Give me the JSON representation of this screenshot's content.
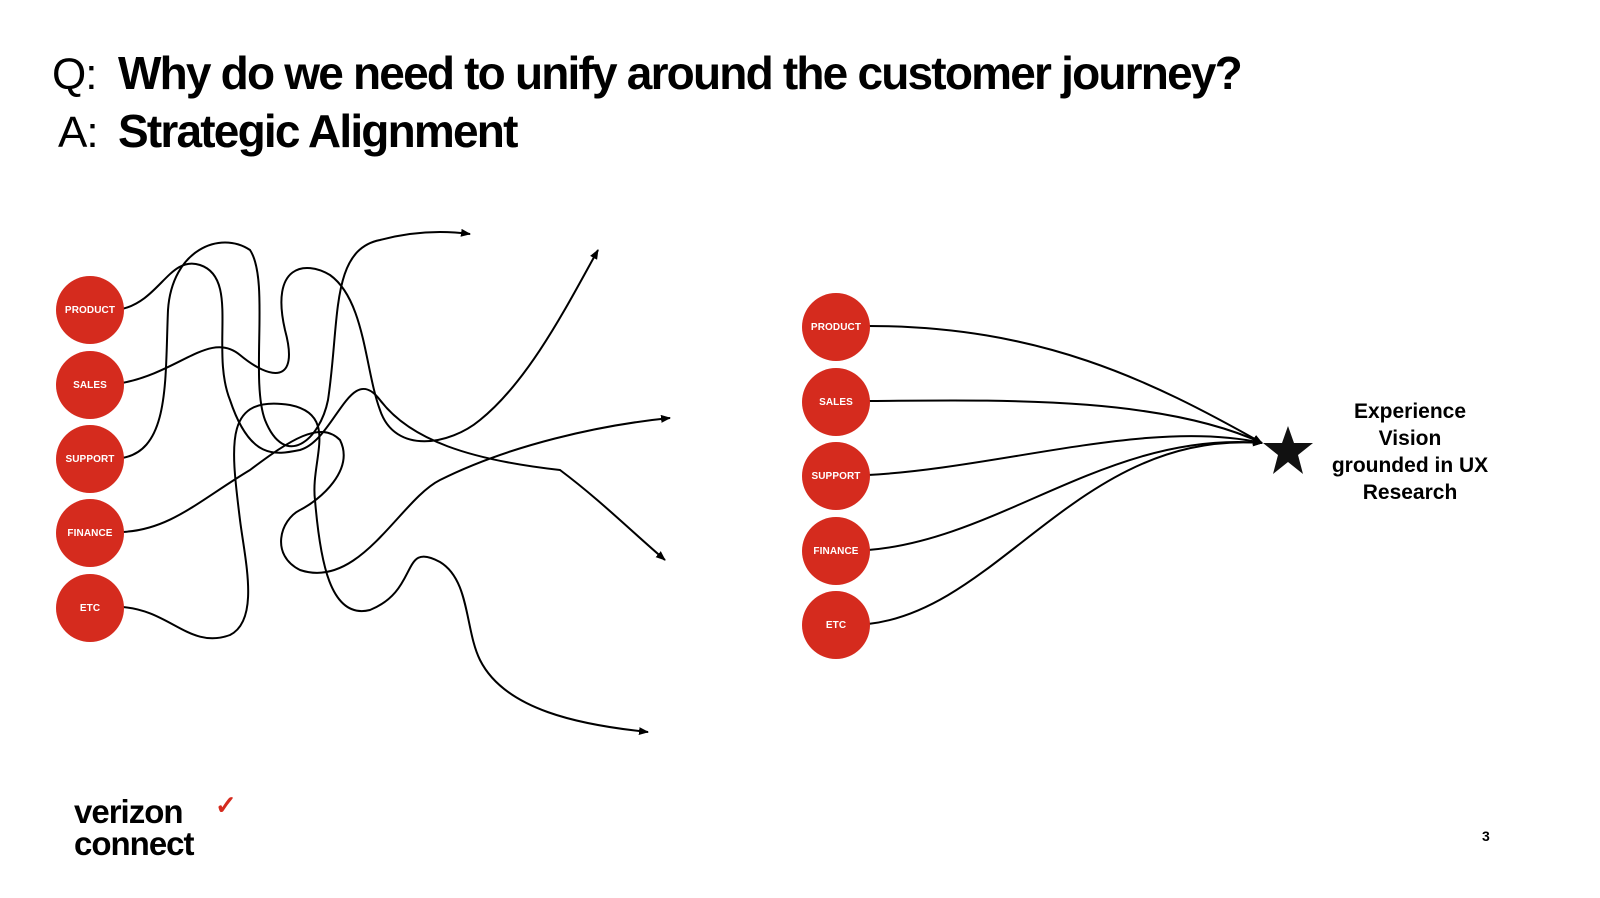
{
  "question": {
    "prefix": "Q:",
    "text": "Why do we need to unify around the customer journey?"
  },
  "answer": {
    "prefix": "A:",
    "text": "Strategic Alignment"
  },
  "left_diagram": {
    "nodes": [
      "PRODUCT",
      "SALES",
      "SUPPORT",
      "FINANCE",
      "ETC"
    ]
  },
  "right_diagram": {
    "nodes": [
      "PRODUCT",
      "SALES",
      "SUPPORT",
      "FINANCE",
      "ETC"
    ],
    "goal_icon": "star-icon",
    "goal_label": "Experience Vision grounded in UX Research"
  },
  "logo": {
    "line1": "verizon",
    "check": "✓",
    "line2": "connect"
  },
  "page_number": "3",
  "colors": {
    "accent": "#d52b1e",
    "text": "#000000",
    "background": "#ffffff"
  }
}
